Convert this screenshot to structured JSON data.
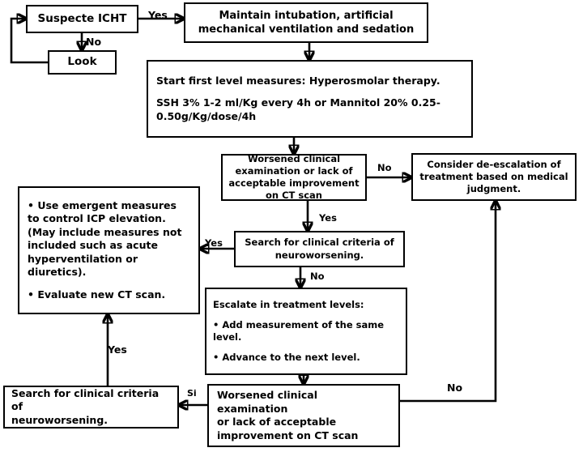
{
  "diagram": {
    "title": "Intracranial Hypertension (ICHT) Management Flowchart",
    "colors": {
      "stroke": "#000000",
      "background": "#ffffff",
      "text": "#000000"
    },
    "nodes": {
      "suspect": {
        "label": "Suspecte ICHT"
      },
      "look": {
        "label": "Look"
      },
      "maintain": {
        "line1": "Maintain intubation, artificial",
        "line2": "mechanical ventilation and sedation"
      },
      "first_level": {
        "line1": "Start first level measures: Hyperosmolar therapy.",
        "line2": "SSH 3% 1-2 ml/Kg every 4h or Mannitol 20% 0.25-0.50g/Kg/dose/4h"
      },
      "worsened_1": {
        "line1": "Worsened clinical",
        "line2": "examination or lack of",
        "line3": "acceptable improvement",
        "line4": "on CT scan"
      },
      "deescalation": {
        "line1": "Consider de-escalation of",
        "line2": "treatment based on medical",
        "line3": "judgment."
      },
      "emergent": {
        "line1": "• Use emergent measures to control ICP elevation. (May include measures not included such as acute hyperventilation or diuretics).",
        "line2": "• Evaluate new CT scan."
      },
      "search_1": {
        "line1": "Search for clinical criteria of",
        "line2": "neuroworsening."
      },
      "escalate": {
        "line1": "Escalate in treatment levels:",
        "line2": "• Add measurement of the same level.",
        "line3": "• Advance to the next level."
      },
      "worsened_2": {
        "line1": "Worsened clinical examination",
        "line2": "or lack of acceptable",
        "line3": "improvement on CT scan"
      },
      "search_2": {
        "line1": "Search for clinical criteria of",
        "line2": "neuroworsening."
      }
    },
    "edge_labels": {
      "yes_top": "Yes",
      "no_top": "No",
      "no_right": "No",
      "yes_mid": "Yes",
      "yes_left": "Yes",
      "no_mid": "No",
      "yes_up": "Yes",
      "si": "Si",
      "no_bottom": "No"
    }
  }
}
